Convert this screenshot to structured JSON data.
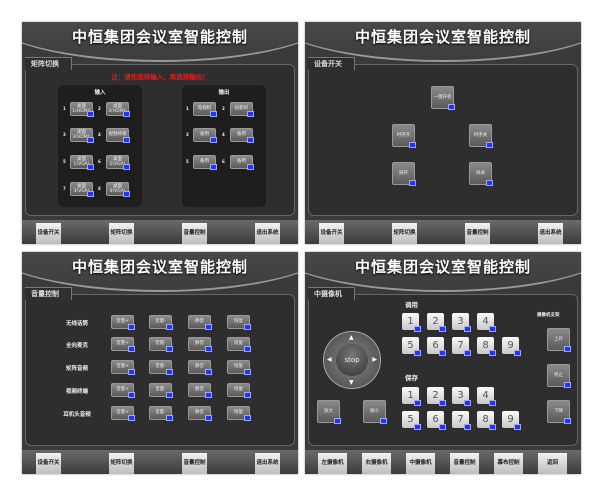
{
  "title": "中恒集团会议室智能控制",
  "bottom_bar": [
    "设备开关",
    "矩阵切换",
    "音量控制",
    "退出系统"
  ],
  "matrix": {
    "tab": "矩阵切换",
    "note": "注：请先选择输入，再选择输出！",
    "input_title": "输入",
    "output_title": "输出",
    "inputs": [
      {
        "n": "1",
        "label": "桌面1(HDMI)"
      },
      {
        "n": "2",
        "label": "桌面2(HDMI)"
      },
      {
        "n": "3",
        "label": "桌面3(HDMI)"
      },
      {
        "n": "4",
        "label": "视频终端"
      },
      {
        "n": "5",
        "label": "桌面1(VGA)"
      },
      {
        "n": "6",
        "label": "桌面2(VGA)"
      },
      {
        "n": "7",
        "label": "桌面3(VGA)"
      },
      {
        "n": "8",
        "label": "桌面4(VGA)"
      }
    ],
    "outputs": [
      {
        "n": "1",
        "label": "电视机"
      },
      {
        "n": "2",
        "label": "投影机"
      },
      {
        "n": "3",
        "label": "备用"
      },
      {
        "n": "4",
        "label": "备用"
      },
      {
        "n": "5",
        "label": "备用"
      },
      {
        "n": "6",
        "label": "备用"
      }
    ]
  },
  "devices": {
    "tab": "设备开关",
    "buttons": [
      "一键开机",
      "时序开",
      "时序关",
      "屏开",
      "屏关"
    ]
  },
  "volume": {
    "tab": "音量控制",
    "channels": [
      "无线话筒",
      "全向麦克",
      "矩阵音频",
      "视频终端",
      "耳机头音频"
    ],
    "actions": [
      "音量+",
      "音量-",
      "静音",
      "恢复"
    ]
  },
  "camera": {
    "tab": "中摄像机",
    "recall_label": "调用",
    "save_label": "保存",
    "presets": [
      "1",
      "2",
      "3",
      "4",
      "5",
      "6",
      "7",
      "8",
      "9"
    ],
    "stop": "stop",
    "zoom_in": "放大",
    "zoom_out": "缩小",
    "bracket_label": "摄像机支架",
    "bracket_buttons": [
      "上升",
      "停止",
      "下降"
    ],
    "bottom_bar": [
      "左摄像机",
      "右摄像机",
      "中摄像机",
      "音量控制",
      "幕布控制",
      "返回"
    ]
  }
}
